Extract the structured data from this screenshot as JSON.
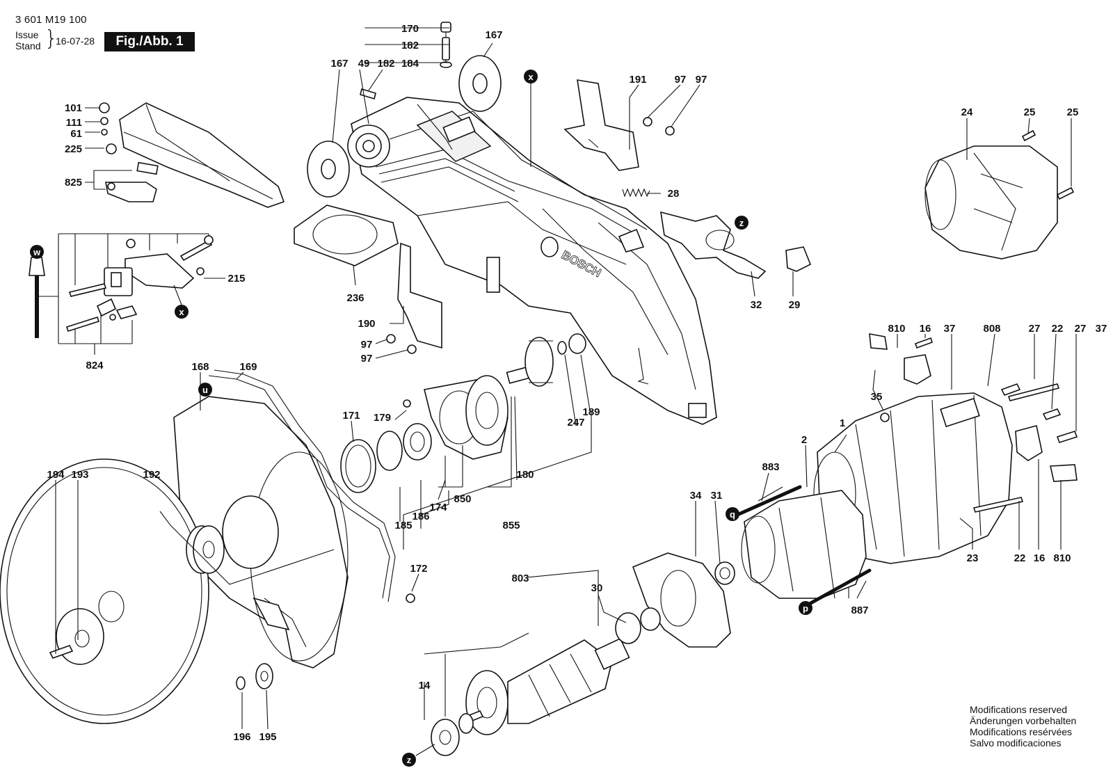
{
  "header": {
    "part_code": "3 601 M19 100",
    "issue_label": "Issue",
    "stand_label": "Stand",
    "date": "16-07-28",
    "figure_label": "Fig./Abb. 1"
  },
  "footer": {
    "notes": [
      "Modifications reserved",
      "Änderungen vorbehalten",
      "Modifications resérvées",
      "Salvo modificaciones"
    ]
  },
  "callouts": {
    "c170": "170",
    "c182": "182",
    "c184": "184",
    "c167a": "167",
    "c167b": "167",
    "c49": "49",
    "c182b": "182",
    "c191": "191",
    "c97a": "97",
    "c97b": "97",
    "c101": "101",
    "c111": "111",
    "c61": "61",
    "c225": "225",
    "c825": "825",
    "c24": "24",
    "c25a": "25",
    "c25b": "25",
    "c28": "28",
    "c215": "215",
    "c236": "236",
    "c32": "32",
    "c29": "29",
    "c190": "190",
    "c97c": "97",
    "c97d": "97",
    "c824": "824",
    "c168": "168",
    "c169": "169",
    "c810a": "810",
    "c16a": "16",
    "c37a": "37",
    "c808": "808",
    "c27a": "27",
    "c22a": "22",
    "c27b": "27",
    "c37b": "37",
    "c171": "171",
    "c179": "179",
    "c189": "189",
    "c247": "247",
    "c35": "35",
    "c2": "2",
    "c1": "1",
    "c883": "883",
    "c180": "180",
    "c850": "850",
    "c174": "174",
    "c186": "186",
    "c185": "185",
    "c855": "855",
    "c194": "194",
    "c193": "193",
    "c192": "192",
    "c34": "34",
    "c31": "31",
    "c23": "23",
    "c22b": "22",
    "c16b": "16",
    "c810b": "810",
    "c172": "172",
    "c803": "803",
    "c30": "30",
    "c887": "887",
    "c14": "14",
    "c196": "196",
    "c195": "195"
  },
  "markers": {
    "m_x_top": "x",
    "m_x_left": "x",
    "m_w": "w",
    "m_z_right": "z",
    "m_u": "u",
    "m_q": "q",
    "m_p": "p",
    "m_z_bottom": "z"
  }
}
